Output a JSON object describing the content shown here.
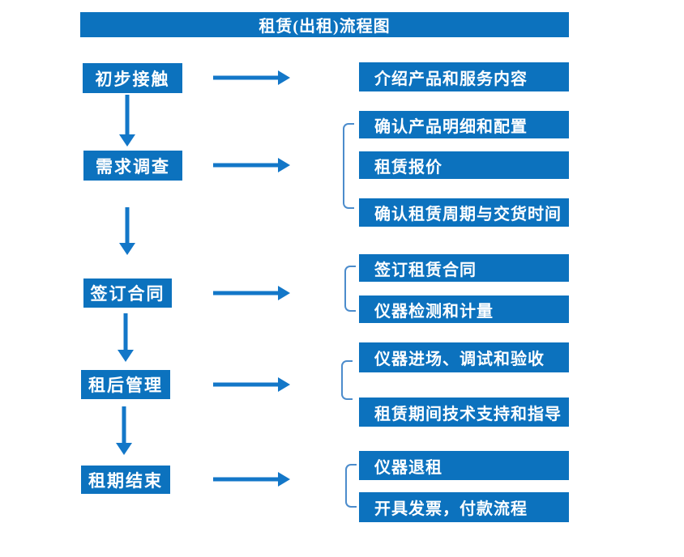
{
  "title": "租赁(出租)流程图",
  "colors": {
    "primary_blue": "#0C72BE",
    "arrow_blue": "#1377C8",
    "bracket_blue": "#4C8CCC",
    "text_white": "#FFFFFF",
    "bg": "#FFFFFF"
  },
  "steps": [
    {
      "label": "初步接触",
      "details": [
        "介绍产品和服务内容"
      ]
    },
    {
      "label": "需求调查",
      "details": [
        "确认产品明细和配置",
        "租赁报价",
        "确认租赁周期与交货时间"
      ]
    },
    {
      "label": "签订合同",
      "details": [
        "签订租赁合同",
        "仪器检测和计量"
      ]
    },
    {
      "label": "租后管理",
      "details": [
        "仪器进场、调试和验收",
        "租赁期间技术支持和指导"
      ]
    },
    {
      "label": "租期结束",
      "details": [
        "仪器退租",
        "开具发票，付款流程"
      ]
    }
  ]
}
